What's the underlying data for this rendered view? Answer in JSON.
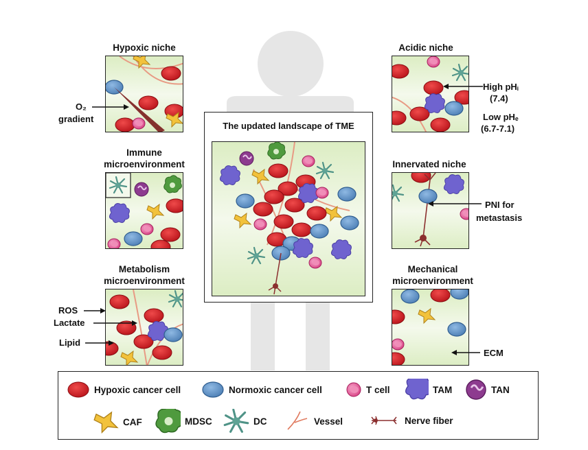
{
  "center": {
    "title": "The updated landscape of TME"
  },
  "panels": {
    "hypoxic": {
      "title": "Hypoxic niche",
      "label_o2": "O₂",
      "label_gradient": "gradient"
    },
    "acidic": {
      "title": "Acidic niche",
      "high_ph": "High pHᵢ",
      "high_ph_value": "(7.4)",
      "low_ph": "Low pHₑ",
      "low_ph_value": "(6.7-7.1)"
    },
    "immune": {
      "title_line1": "Immune",
      "title_line2": "microenvironment"
    },
    "innervated": {
      "title": "Innervated niche",
      "label_line1": "PNI for",
      "label_line2": "metastasis"
    },
    "metabolism": {
      "title_line1": "Metabolism",
      "title_line2": "microenvironment",
      "label_ros": "ROS",
      "label_lactate": "Lactate",
      "label_lipid": "Lipid"
    },
    "mechanical": {
      "title_line1": "Mechanical",
      "title_line2": "microenvironment",
      "label_ecm": "ECM"
    }
  },
  "legend": {
    "items": [
      {
        "label": "Hypoxic cancer cell",
        "icon": "hypoxic-cancer-cell-icon"
      },
      {
        "label": "Normoxic cancer cell",
        "icon": "normoxic-cancer-cell-icon"
      },
      {
        "label": "T cell",
        "icon": "t-cell-icon"
      },
      {
        "label": "TAM",
        "icon": "tam-icon"
      },
      {
        "label": "TAN",
        "icon": "tan-icon"
      },
      {
        "label": "CAF",
        "icon": "caf-icon"
      },
      {
        "label": "MDSC",
        "icon": "mdsc-icon"
      },
      {
        "label": "DC",
        "icon": "dc-icon"
      },
      {
        "label": "Vessel",
        "icon": "vessel-icon"
      },
      {
        "label": "Nerve fiber",
        "icon": "nerve-fiber-icon"
      }
    ]
  },
  "colors": {
    "hypoxic_cell": "#d8232a",
    "normoxic_cell": "#6f9fd0",
    "t_cell": "#e0508f",
    "tam": "#6f63cf",
    "tan": "#7b2f7d",
    "caf": "#f2c23b",
    "mdsc": "#4f9a3e",
    "dc": "#5fa395",
    "vessel": "#e07a5f",
    "nerve": "#8b2f2f",
    "background": "#e9f3d6",
    "silhouette": "#e6e6e6"
  }
}
